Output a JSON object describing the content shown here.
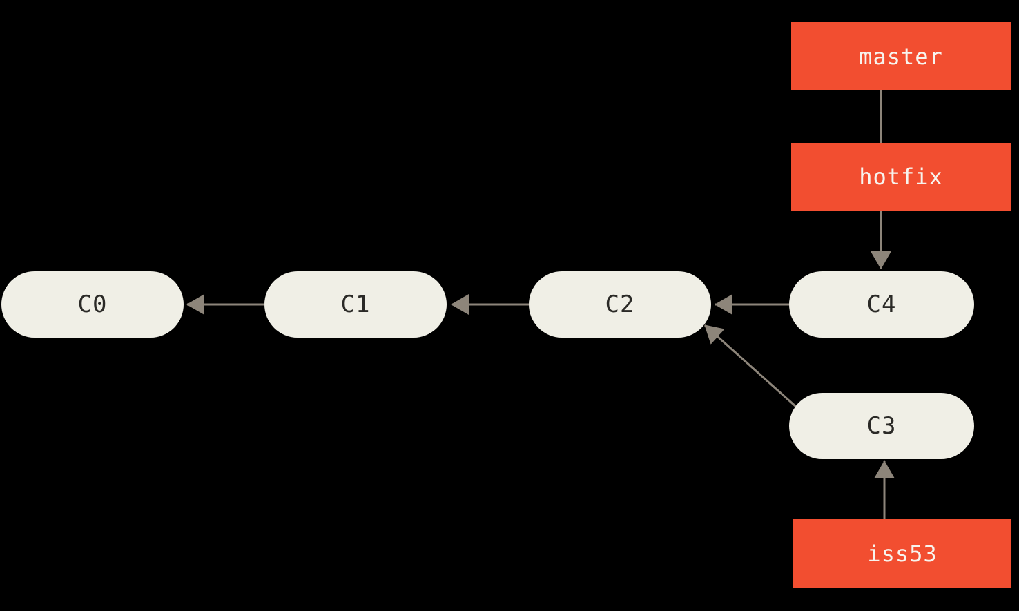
{
  "diagram": {
    "type": "git-commit-graph",
    "background": "#000000",
    "colors": {
      "commit_pill_fill": "#f0efe6",
      "commit_text": "#2b2a27",
      "branch_box_fill": "#f24e30",
      "branch_text": "#f7f4ee",
      "arrow": "#8d857a"
    },
    "commits": [
      {
        "id": "C0",
        "label": "C0"
      },
      {
        "id": "C1",
        "label": "C1"
      },
      {
        "id": "C2",
        "label": "C2"
      },
      {
        "id": "C4",
        "label": "C4"
      },
      {
        "id": "C3",
        "label": "C3"
      }
    ],
    "branches": [
      {
        "id": "master",
        "label": "master"
      },
      {
        "id": "hotfix",
        "label": "hotfix"
      },
      {
        "id": "iss53",
        "label": "iss53"
      }
    ],
    "edges": [
      {
        "from": "C1",
        "to": "C0",
        "style": "arrow"
      },
      {
        "from": "C2",
        "to": "C1",
        "style": "arrow"
      },
      {
        "from": "C4",
        "to": "C2",
        "style": "arrow"
      },
      {
        "from": "C3",
        "to": "C2",
        "style": "arrow"
      },
      {
        "from": "master",
        "to": "hotfix",
        "style": "line"
      },
      {
        "from": "hotfix",
        "to": "C4",
        "style": "arrow"
      },
      {
        "from": "iss53",
        "to": "C3",
        "style": "arrow"
      }
    ]
  }
}
